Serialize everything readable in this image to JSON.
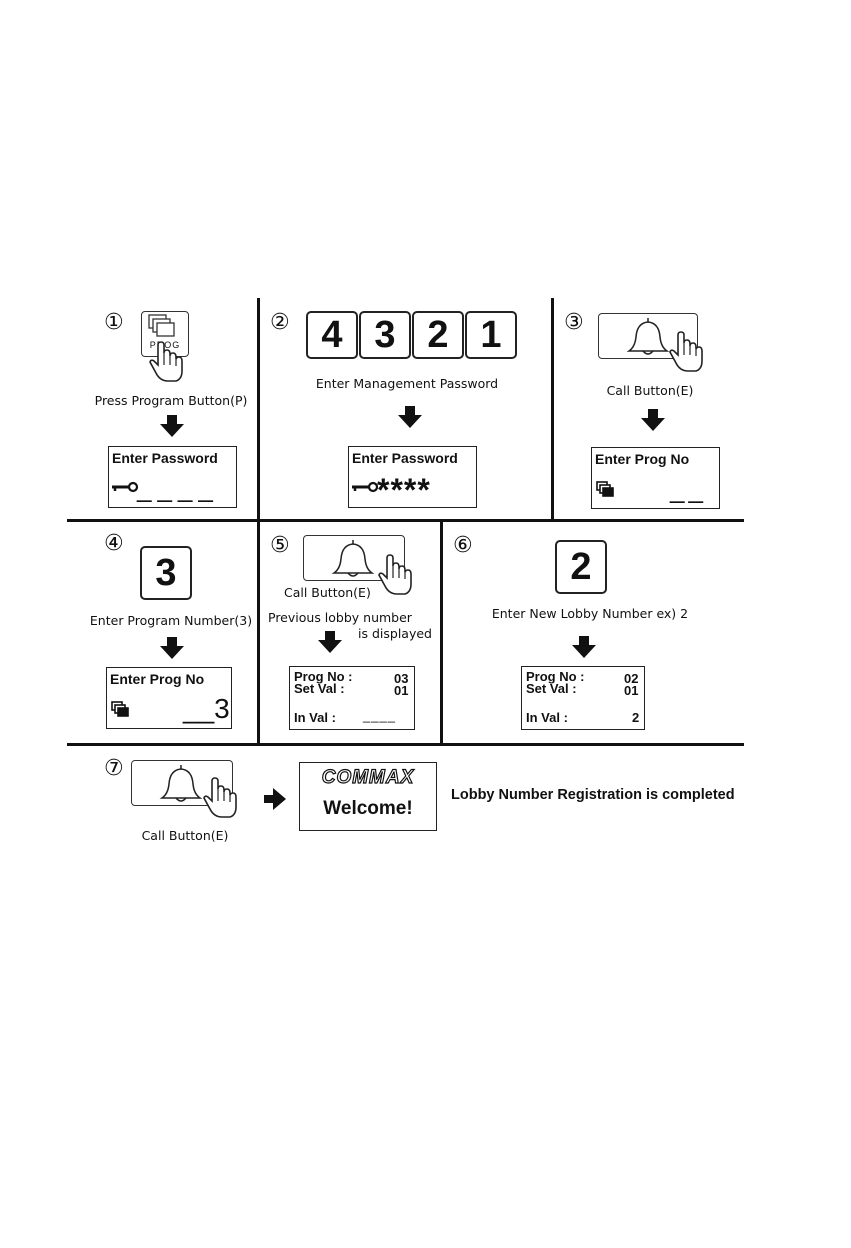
{
  "steps": [
    {
      "no": "①",
      "caption": "Press Program Button(P)",
      "button_label": "PROG",
      "screen": {
        "title": "Enter Password",
        "entry": "____"
      }
    },
    {
      "no": "②",
      "keys": [
        "4",
        "3",
        "2",
        "1"
      ],
      "caption": "Enter Management Password",
      "screen": {
        "title": "Enter Password",
        "entry": "****"
      }
    },
    {
      "no": "③",
      "caption": "Call Button(E)",
      "screen": {
        "title": "Enter Prog  No",
        "entry": "__"
      }
    },
    {
      "no": "④",
      "key": "3",
      "caption": "Enter Program Number(3)",
      "screen": {
        "title": "Enter Prog  No",
        "entry": "__3"
      }
    },
    {
      "no": "⑤",
      "caption": "Call Button(E)",
      "note_line1": "Previous lobby number",
      "note_line2": "is displayed",
      "screen": {
        "prog_label": "Prog No :",
        "prog_val": "03",
        "set_label": "Set  Val  :",
        "set_val": "01",
        "in_label": "In Val :",
        "in_val": "____"
      }
    },
    {
      "no": "⑥",
      "key": "2",
      "caption": "Enter New Lobby Number ex) 2",
      "screen": {
        "prog_label": "Prog No :",
        "prog_val": "02",
        "set_label": "Set  Val  :",
        "set_val": "01",
        "in_label": "In Val :",
        "in_val": "2"
      }
    },
    {
      "no": "⑦",
      "caption": "Call Button(E)",
      "screen": {
        "logo": "COMMAX",
        "message": "Welcome!"
      },
      "result": "Lobby Number Registration is completed"
    }
  ],
  "icons": [
    "hand-pointer-icon",
    "bell-icon",
    "key-icon",
    "program-icon",
    "down-arrow-icon",
    "right-arrow-icon"
  ]
}
